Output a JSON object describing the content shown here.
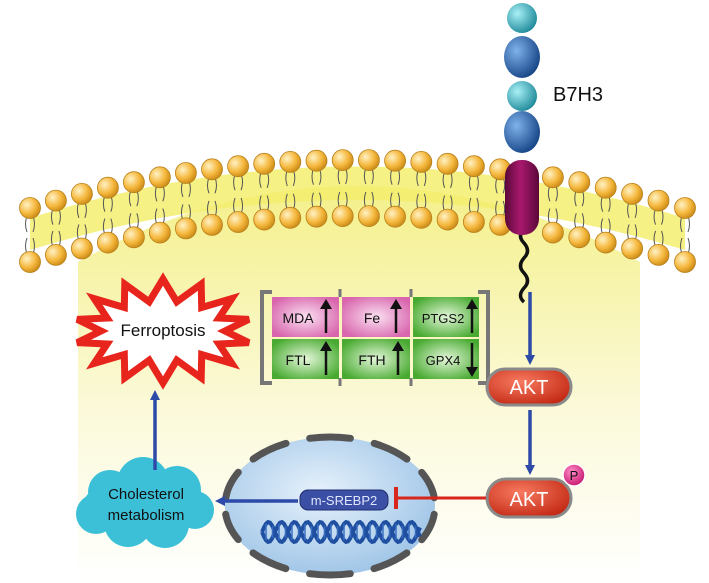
{
  "receptor": {
    "label": "B7H3"
  },
  "ferroptosis": {
    "label": "Ferroptosis"
  },
  "markers": [
    {
      "label": "MDA",
      "direction": "up",
      "color": "pink"
    },
    {
      "label": "Fe",
      "direction": "up",
      "color": "pink"
    },
    {
      "label": "PTGS2",
      "direction": "up",
      "color": "green"
    },
    {
      "label": "FTL",
      "direction": "up",
      "color": "green"
    },
    {
      "label": "FTH",
      "direction": "up",
      "color": "green"
    },
    {
      "label": "GPX4",
      "direction": "down",
      "color": "green"
    }
  ],
  "akt": {
    "label": "AKT",
    "label_p": "AKT",
    "phospho": "P"
  },
  "nucleus": {
    "srebp2": "m-SREBP2"
  },
  "cholesterol": {
    "line1": "Cholesterol",
    "line2": "metabolism"
  },
  "colors": {
    "akt_red": "#e03a24",
    "arrow_blue": "#2e4aa8",
    "inhibit_red": "#d9261c",
    "lipid_head": "#f5b73c",
    "receptor_purple": "#8a0f5a",
    "receptor_blue": "#1f5fa8",
    "receptor_teal": "#37a8b5",
    "nucleus": "#bcd8ef",
    "cloud": "#3cc0d8",
    "starburst": "#e8251c",
    "pink": "#e070b8",
    "green": "#55b43c"
  }
}
